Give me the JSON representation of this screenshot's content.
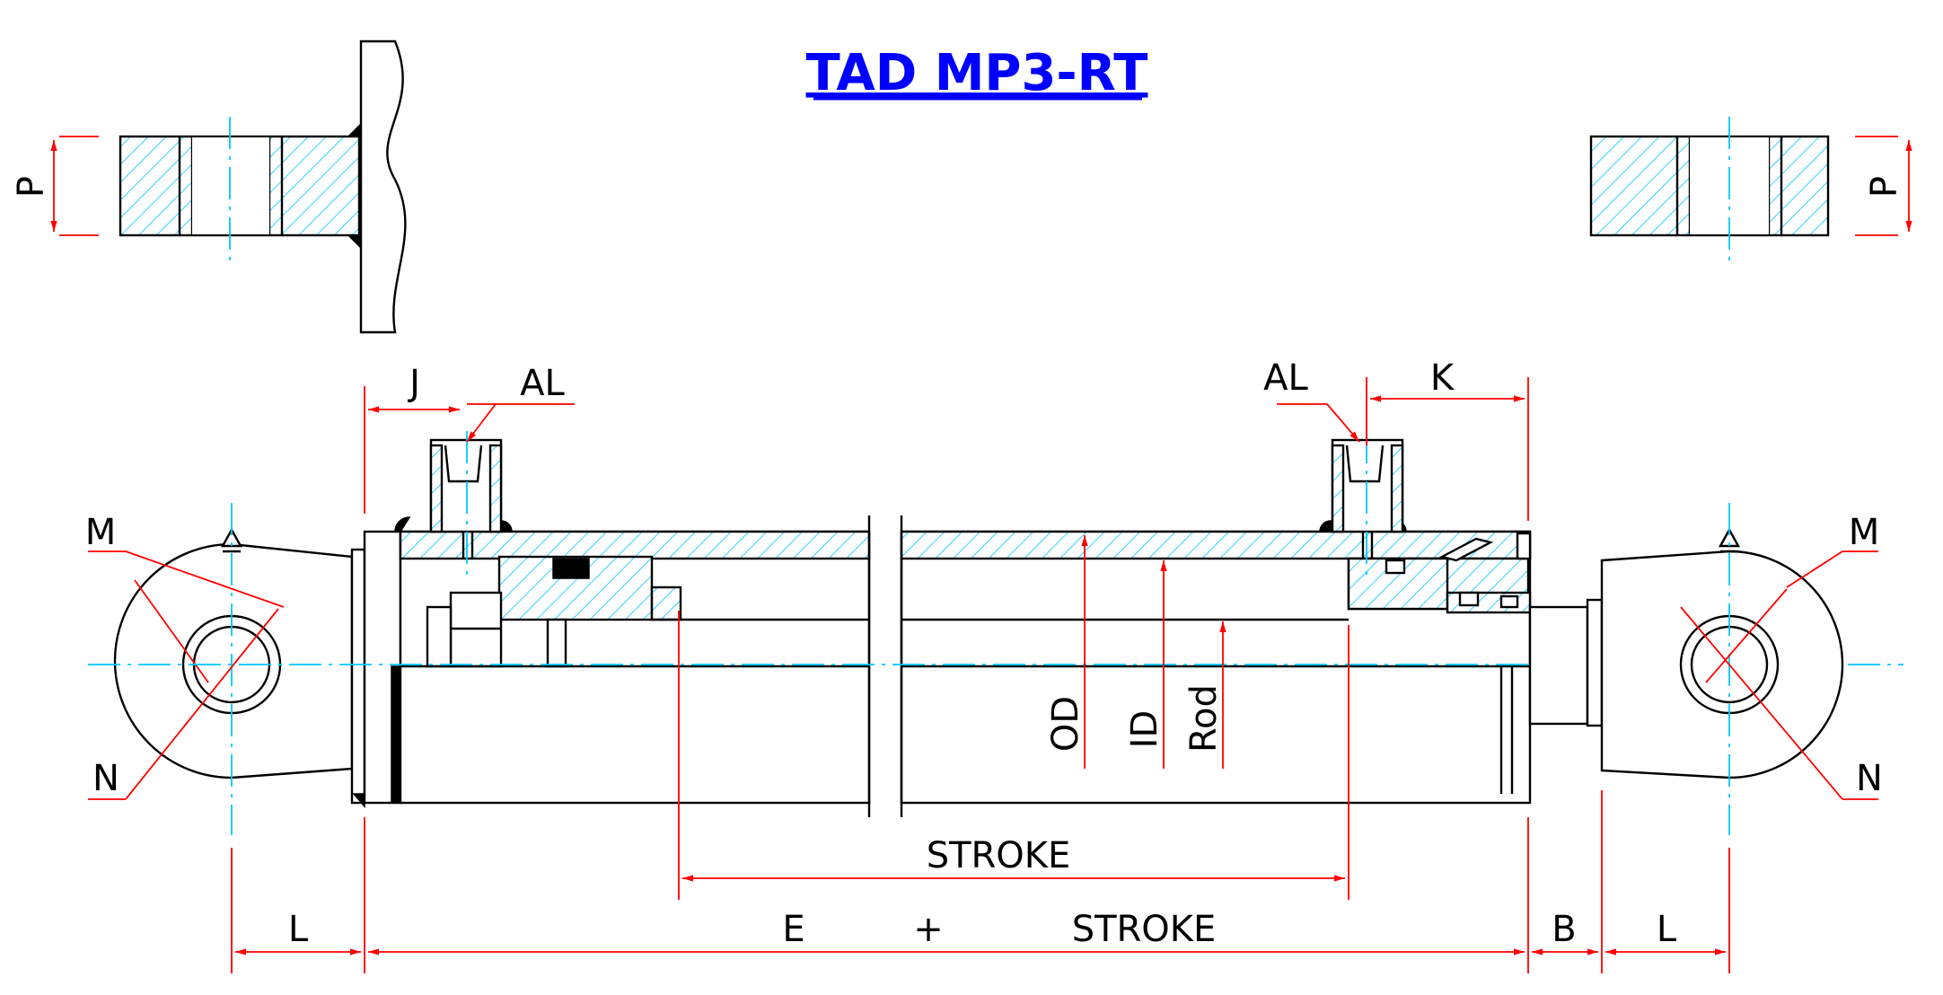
{
  "title": "TAD MP3-RT",
  "colors": {
    "title": "#0000ff",
    "dimension": "#ff0000",
    "centerline": "#00c8ff",
    "outline": "#000000"
  },
  "dimensions": {
    "p_left": "P",
    "p_right": "P",
    "j": "J",
    "al_left": "AL",
    "al_right": "AL",
    "k": "K",
    "m_left": "M",
    "m_right": "M",
    "n_left": "N",
    "n_right": "N",
    "od": "OD",
    "id": "ID",
    "rod": "Rod",
    "stroke": "STROKE",
    "l_left": "L",
    "e": "E",
    "plus": "+",
    "e_stroke": "STROKE",
    "b": "B",
    "l_right": "L"
  }
}
